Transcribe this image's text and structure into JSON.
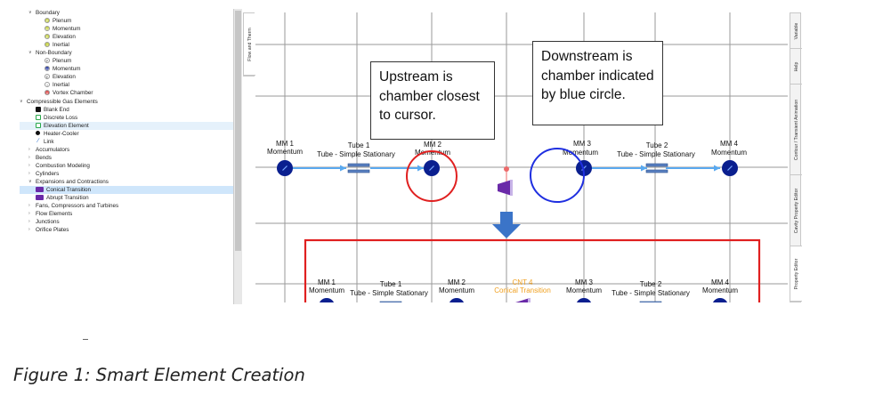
{
  "tree": {
    "items": [
      {
        "label": "Boundary",
        "level": 0,
        "kind": "caret-open"
      },
      {
        "label": "Plenum",
        "level": 2,
        "icon": "P",
        "color": "#c8d44a"
      },
      {
        "label": "Momentum",
        "level": 2,
        "icon": "M",
        "color": "#c8d44a"
      },
      {
        "label": "Elevation",
        "level": 2,
        "icon": "E",
        "color": "#c8d44a"
      },
      {
        "label": "Inertial",
        "level": 2,
        "icon": "I",
        "color": "#c8d44a"
      },
      {
        "label": "Non-Boundary",
        "level": 0,
        "kind": "caret-open"
      },
      {
        "label": "Plenum",
        "level": 2,
        "icon": "P",
        "color": "#ffffff"
      },
      {
        "label": "Momentum",
        "level": 2,
        "icon": "M",
        "color": "#2c3fa6"
      },
      {
        "label": "Elevation",
        "level": 2,
        "icon": "E",
        "color": "#ffffff"
      },
      {
        "label": "Inertial",
        "level": 2,
        "icon": "I",
        "color": "#ffffff"
      },
      {
        "label": "Vortex Chamber",
        "level": 2,
        "icon": "V",
        "color": "#e05050"
      },
      {
        "label": "Compressible Gas Elements",
        "level": -1,
        "kind": "caret-open"
      },
      {
        "label": "Blank End",
        "level": 1,
        "icon": "sq",
        "color": "#111111"
      },
      {
        "label": "Discrete Loss",
        "level": 1,
        "icon": "box",
        "color": "#2aa84a"
      },
      {
        "label": "Elevation Element",
        "level": 1,
        "icon": "box",
        "color": "#2aa84a",
        "state": "hl"
      },
      {
        "label": "Heater-Cooler",
        "level": 1,
        "icon": "dot",
        "color": "#111111"
      },
      {
        "label": "Link",
        "level": 1,
        "icon": "link",
        "color": "#2a6fd0"
      },
      {
        "label": "Accumulators",
        "level": 0,
        "kind": "caret"
      },
      {
        "label": "Bends",
        "level": 0,
        "kind": "caret"
      },
      {
        "label": "Combustion Modeling",
        "level": 0,
        "kind": "caret"
      },
      {
        "label": "Cylinders",
        "level": 0,
        "kind": "caret"
      },
      {
        "label": "Expansions and Contractions",
        "level": 0,
        "kind": "caret-open"
      },
      {
        "label": "Conical Transition",
        "level": 1,
        "icon": "cone",
        "color": "#6a2aa8",
        "state": "sel"
      },
      {
        "label": "Abrupt Transition",
        "level": 1,
        "icon": "cone",
        "color": "#6a2aa8"
      },
      {
        "label": "Fans, Compressors and Turbines",
        "level": 0,
        "kind": "caret"
      },
      {
        "label": "Flow Elements",
        "level": 0,
        "kind": "caret"
      },
      {
        "label": "Junctions",
        "level": 0,
        "kind": "caret"
      },
      {
        "label": "Orifice Plates",
        "level": 0,
        "kind": "caret"
      }
    ]
  },
  "left_tab": "Flow and Therm",
  "right_tabs": [
    "Variable",
    "Help",
    "Contour / Transient Animation",
    "Cavity Property Editor",
    "Property Editor"
  ],
  "callouts": {
    "upstream": "Upstream is chamber closest to cursor.",
    "downstream": "Downstream is chamber indicated by blue circle."
  },
  "top_network": {
    "mm1": [
      "MM 1",
      "Momentum"
    ],
    "tube1": [
      "Tube 1",
      "Tube - Simple Stationary"
    ],
    "mm2": [
      "MM 2",
      "Momentum"
    ],
    "mm3": [
      "MM 3",
      "Momentum"
    ],
    "tube2": [
      "Tube 2",
      "Tube - Simple Stationary"
    ],
    "mm4": [
      "MM 4",
      "Momentum"
    ]
  },
  "bottom_network": {
    "mm1": [
      "MM 1",
      "Momentum"
    ],
    "tube1": [
      "Tube 1",
      "Tube - Simple Stationary"
    ],
    "mm2": [
      "MM 2",
      "Momentum"
    ],
    "cnt4": [
      "CNT 4",
      "Conical Transition"
    ],
    "mm3": [
      "MM 3",
      "Momentum"
    ],
    "tube2": [
      "Tube 2",
      "Tube - Simple Stationary"
    ],
    "mm4": [
      "MM 4",
      "Momentum"
    ]
  },
  "colors": {
    "node": "#0a1f8f",
    "pipe": "#5aa9ef",
    "orange_pipe": "#f0a020",
    "red": "#e02020",
    "blue_circle": "#1f2fe0",
    "arrow": "#3b74c8",
    "cone": "#6a2aa8",
    "grid": "#9a9a9a"
  },
  "caption": "Figure 1: Smart Element Creation"
}
